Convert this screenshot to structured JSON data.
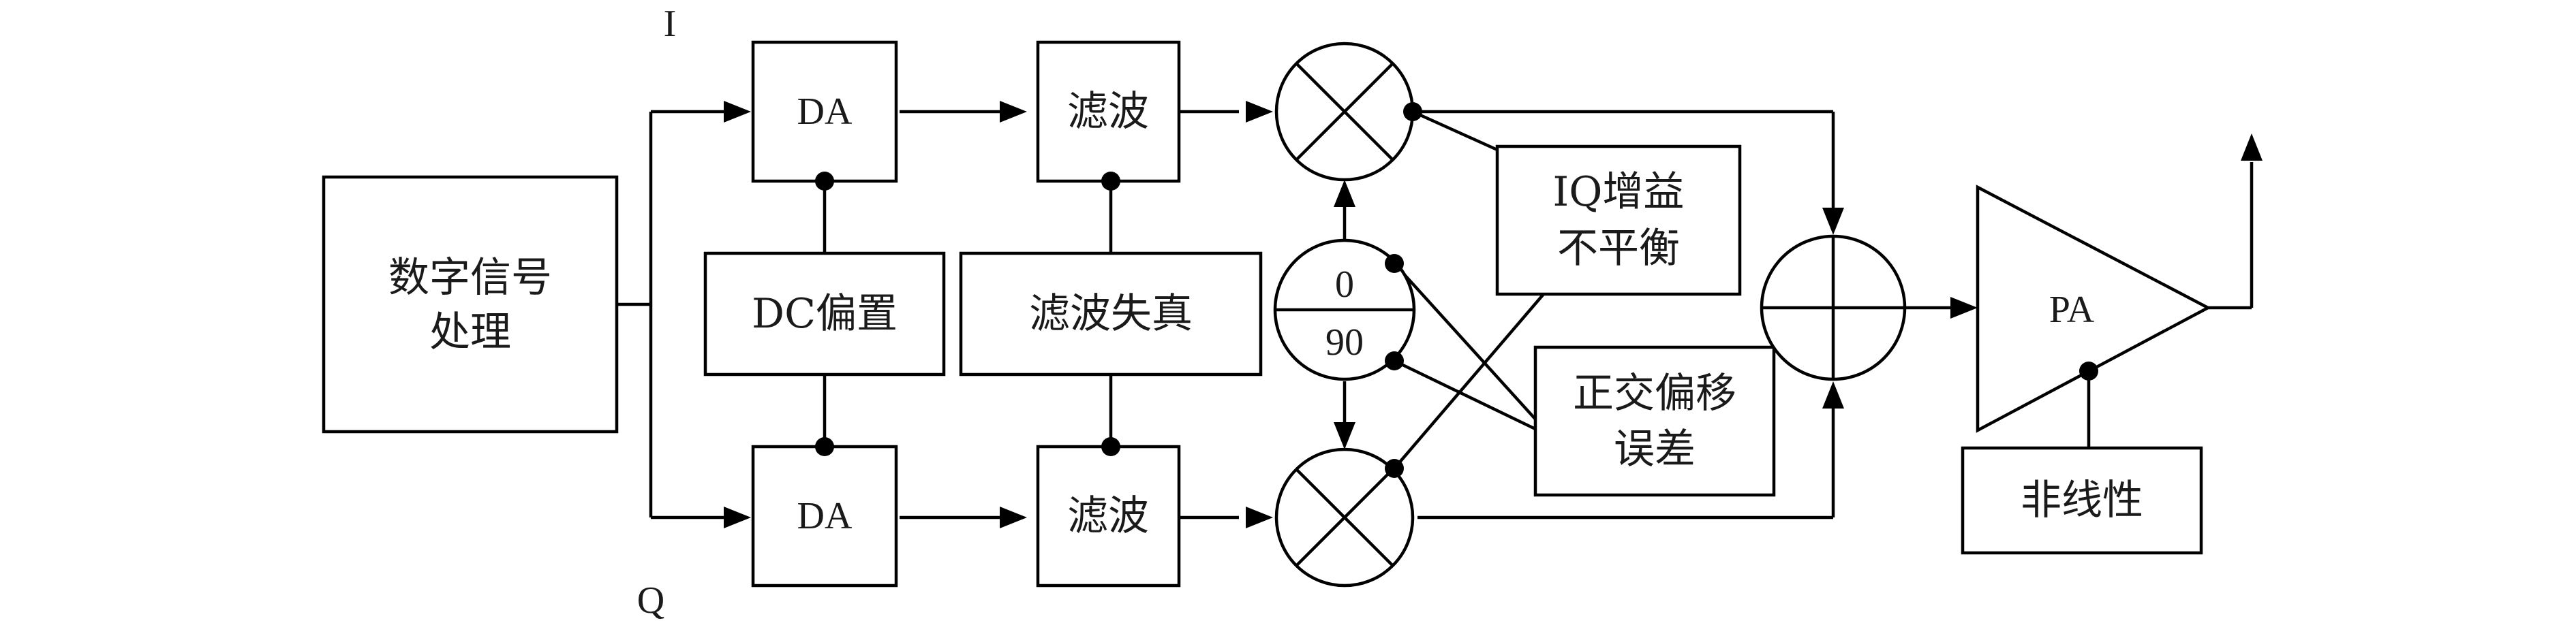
{
  "diagram": {
    "signal_labels": {
      "i": "I",
      "q": "Q"
    },
    "blocks": {
      "dsp_line1": "数字信号",
      "dsp_line2": "处理",
      "da_i": "DA",
      "da_q": "DA",
      "filter_i": "滤波",
      "filter_q": "滤波",
      "dc_offset": "DC偏置",
      "filter_distortion": "滤波失真",
      "iq_gain_line1": "IQ增益",
      "iq_gain_line2": "不平衡",
      "quadrature_line1": "正交偏移",
      "quadrature_line2": "误差",
      "pa": "PA",
      "nonlinearity": "非线性"
    },
    "phase_shifter": {
      "top": "0",
      "bottom": "90"
    }
  }
}
